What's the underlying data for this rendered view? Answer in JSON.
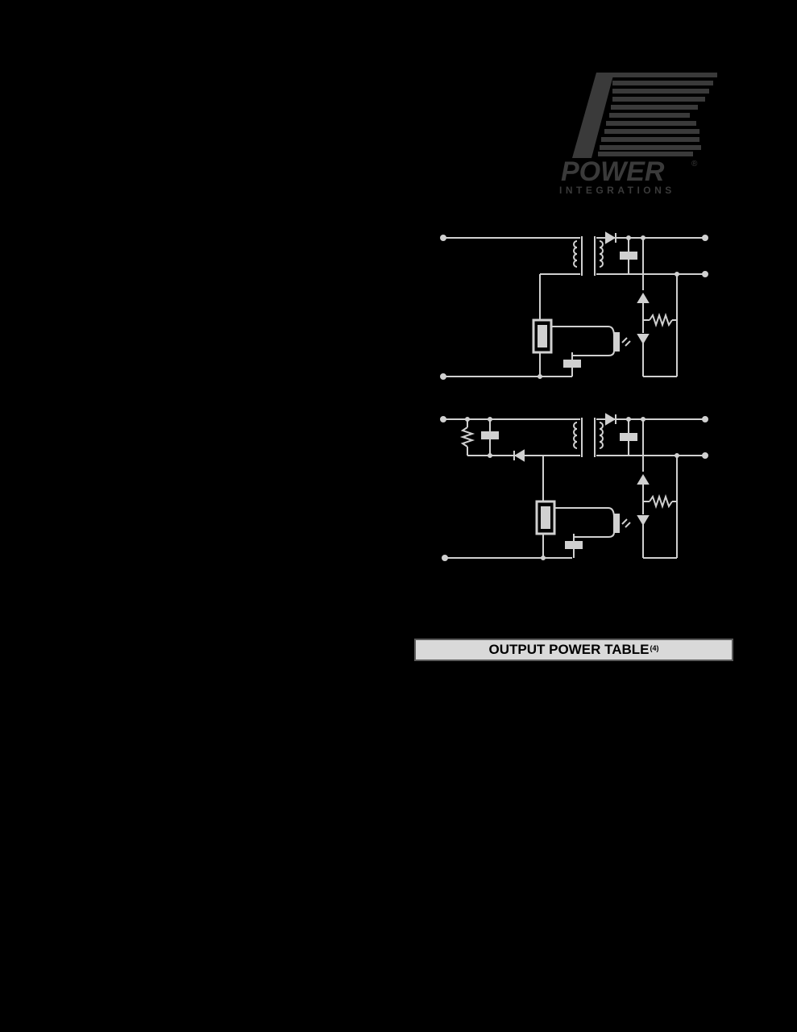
{
  "logo": {
    "name": "power-integrations-logo",
    "text_main": "POWER",
    "text_sub": "INTEGRATIONS",
    "registered": "®",
    "color": "#3a3a3a"
  },
  "circuits": [
    {
      "name": "typical-application-circuit",
      "line_color": "#d0d0d0"
    },
    {
      "name": "application-circuit-with-clamp",
      "line_color": "#d0d0d0"
    }
  ],
  "output_power_table": {
    "title": "OUTPUT POWER TABLE",
    "footnote_ref": "(4)",
    "header_bg": "#d9d9d9"
  }
}
